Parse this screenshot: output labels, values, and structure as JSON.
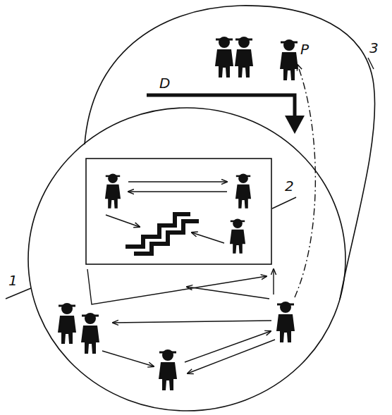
{
  "diagram": {
    "labels": [
      "1",
      "2",
      "3",
      "D",
      "P"
    ]
  }
}
